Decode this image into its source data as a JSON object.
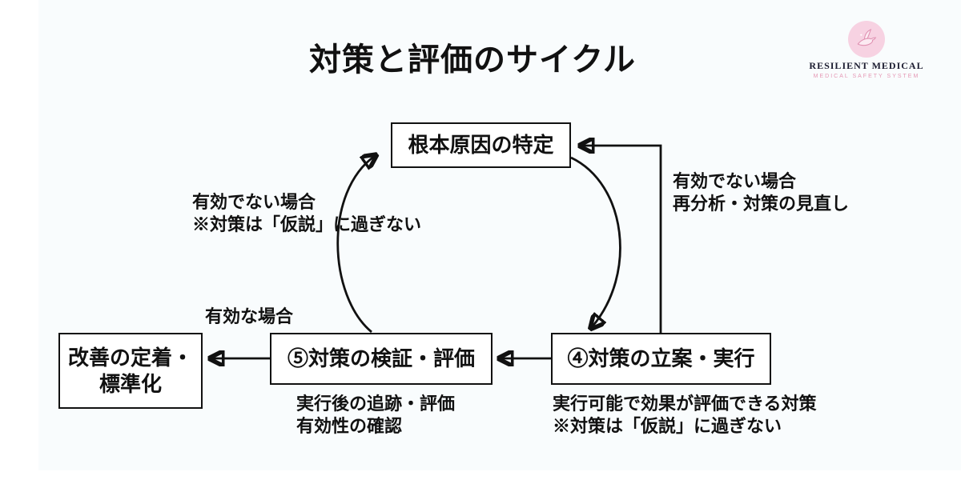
{
  "title": "対策と評価のサイクル",
  "logo": {
    "name": "RESILIENT MEDICAL",
    "tagline": "MEDICAL SAFETY SYSTEM",
    "icon": "dove-icon",
    "colors": {
      "circle": "#f7d2e2",
      "dove": "#e091b2",
      "name_text": "#1b1b2f",
      "tagline_text": "#e598b5"
    }
  },
  "colors": {
    "line": "#111111",
    "box_border": "#111111",
    "box_bg": "#ffffff",
    "stage_bg": "#f9fcfd"
  },
  "nodes": {
    "root_cause": {
      "label": "根本原因の特定"
    },
    "plan_execute": {
      "label": "④対策の立案・実行"
    },
    "verify_evaluate": {
      "label": "⑤対策の検証・評価"
    },
    "standardize": {
      "line1": "改善の定着・",
      "line2": "標準化"
    }
  },
  "annotations": {
    "right": {
      "line1": "有効でない場合",
      "line2": "再分析・対策の見直し"
    },
    "leftmid": {
      "line1": "有効でない場合",
      "line2": "※対策は「仮説」に過ぎない"
    },
    "effective": {
      "label": "有効な場合"
    },
    "verify_sub": {
      "line1": "実行後の追跡・評価",
      "line2": "有効性の確認"
    },
    "plan_sub": {
      "line1": "実行可能で効果が評価できる対策",
      "line2": "※対策は「仮説」に過ぎない"
    }
  }
}
